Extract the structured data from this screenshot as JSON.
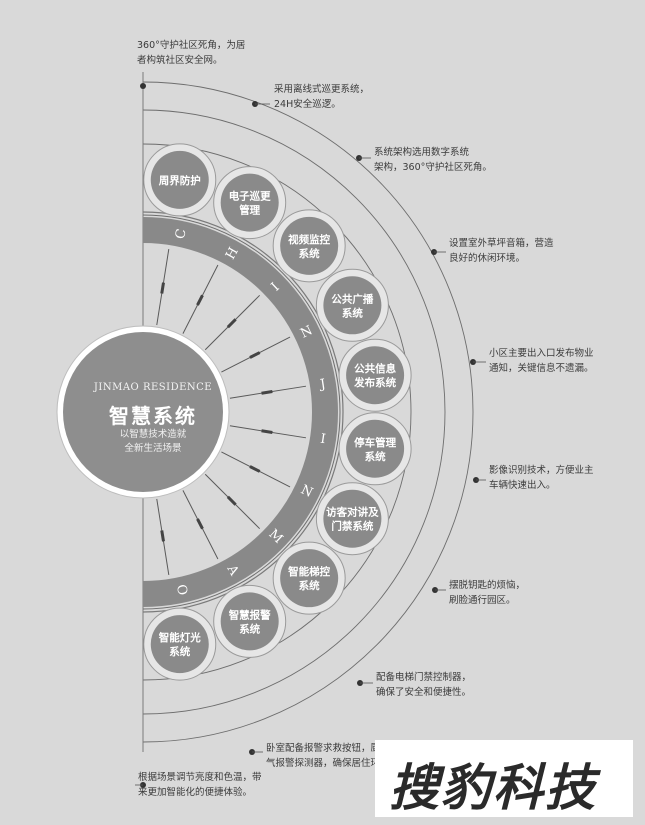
{
  "center": {
    "subtitle": "JINMAO RESIDENCE",
    "title": "智慧系统",
    "desc_lines": [
      "以智慧技术造就",
      "全新生活场景"
    ]
  },
  "ring_letters": [
    "C",
    "H",
    "I",
    "N",
    "J",
    "I",
    "N",
    "M",
    "A",
    "O"
  ],
  "systems": [
    {
      "lines": [
        "周界防护"
      ]
    },
    {
      "lines": [
        "电子巡更",
        "管理"
      ]
    },
    {
      "lines": [
        "视频监控",
        "系统"
      ]
    },
    {
      "lines": [
        "公共广播",
        "系统"
      ]
    },
    {
      "lines": [
        "公共信息",
        "发布系统"
      ]
    },
    {
      "lines": [
        "停车管理",
        "系统"
      ]
    },
    {
      "lines": [
        "访客对讲及",
        "门禁系统"
      ]
    },
    {
      "lines": [
        "智能梯控",
        "系统"
      ]
    },
    {
      "lines": [
        "智慧报警",
        "系统"
      ]
    },
    {
      "lines": [
        "智能灯光",
        "系统"
      ]
    }
  ],
  "descriptions": [
    {
      "lines": [
        "360°守护社区死角，为居",
        "者构筑社区安全网。"
      ]
    },
    {
      "lines": [
        "采用离线式巡更系统，",
        "24H安全巡逻。"
      ]
    },
    {
      "lines": [
        "系统架构选用数字系统",
        "架构，360°守护社区死角。"
      ]
    },
    {
      "lines": [
        "设置室外草坪音箱，营造",
        "良好的休闲环境。"
      ]
    },
    {
      "lines": [
        "小区主要出入口发布物业",
        "通知，关键信息不遗漏。"
      ]
    },
    {
      "lines": [
        "影像识别技术，方便业主",
        "车辆快速出入。"
      ]
    },
    {
      "lines": [
        "摆脱钥匙的烦恼，",
        "刷脸通行园区。"
      ]
    },
    {
      "lines": [
        "配备电梯门禁控制器，",
        "确保了安全和便捷性。"
      ]
    },
    {
      "lines": [
        "卧室配备报警求救按钮，厨",
        "气报警探测器，确保居住环"
      ]
    },
    {
      "lines": [
        "根据场景调节亮度和色温，带",
        "来更加智能化的便捷体验。"
      ]
    }
  ],
  "watermark": "搜豹科技"
}
